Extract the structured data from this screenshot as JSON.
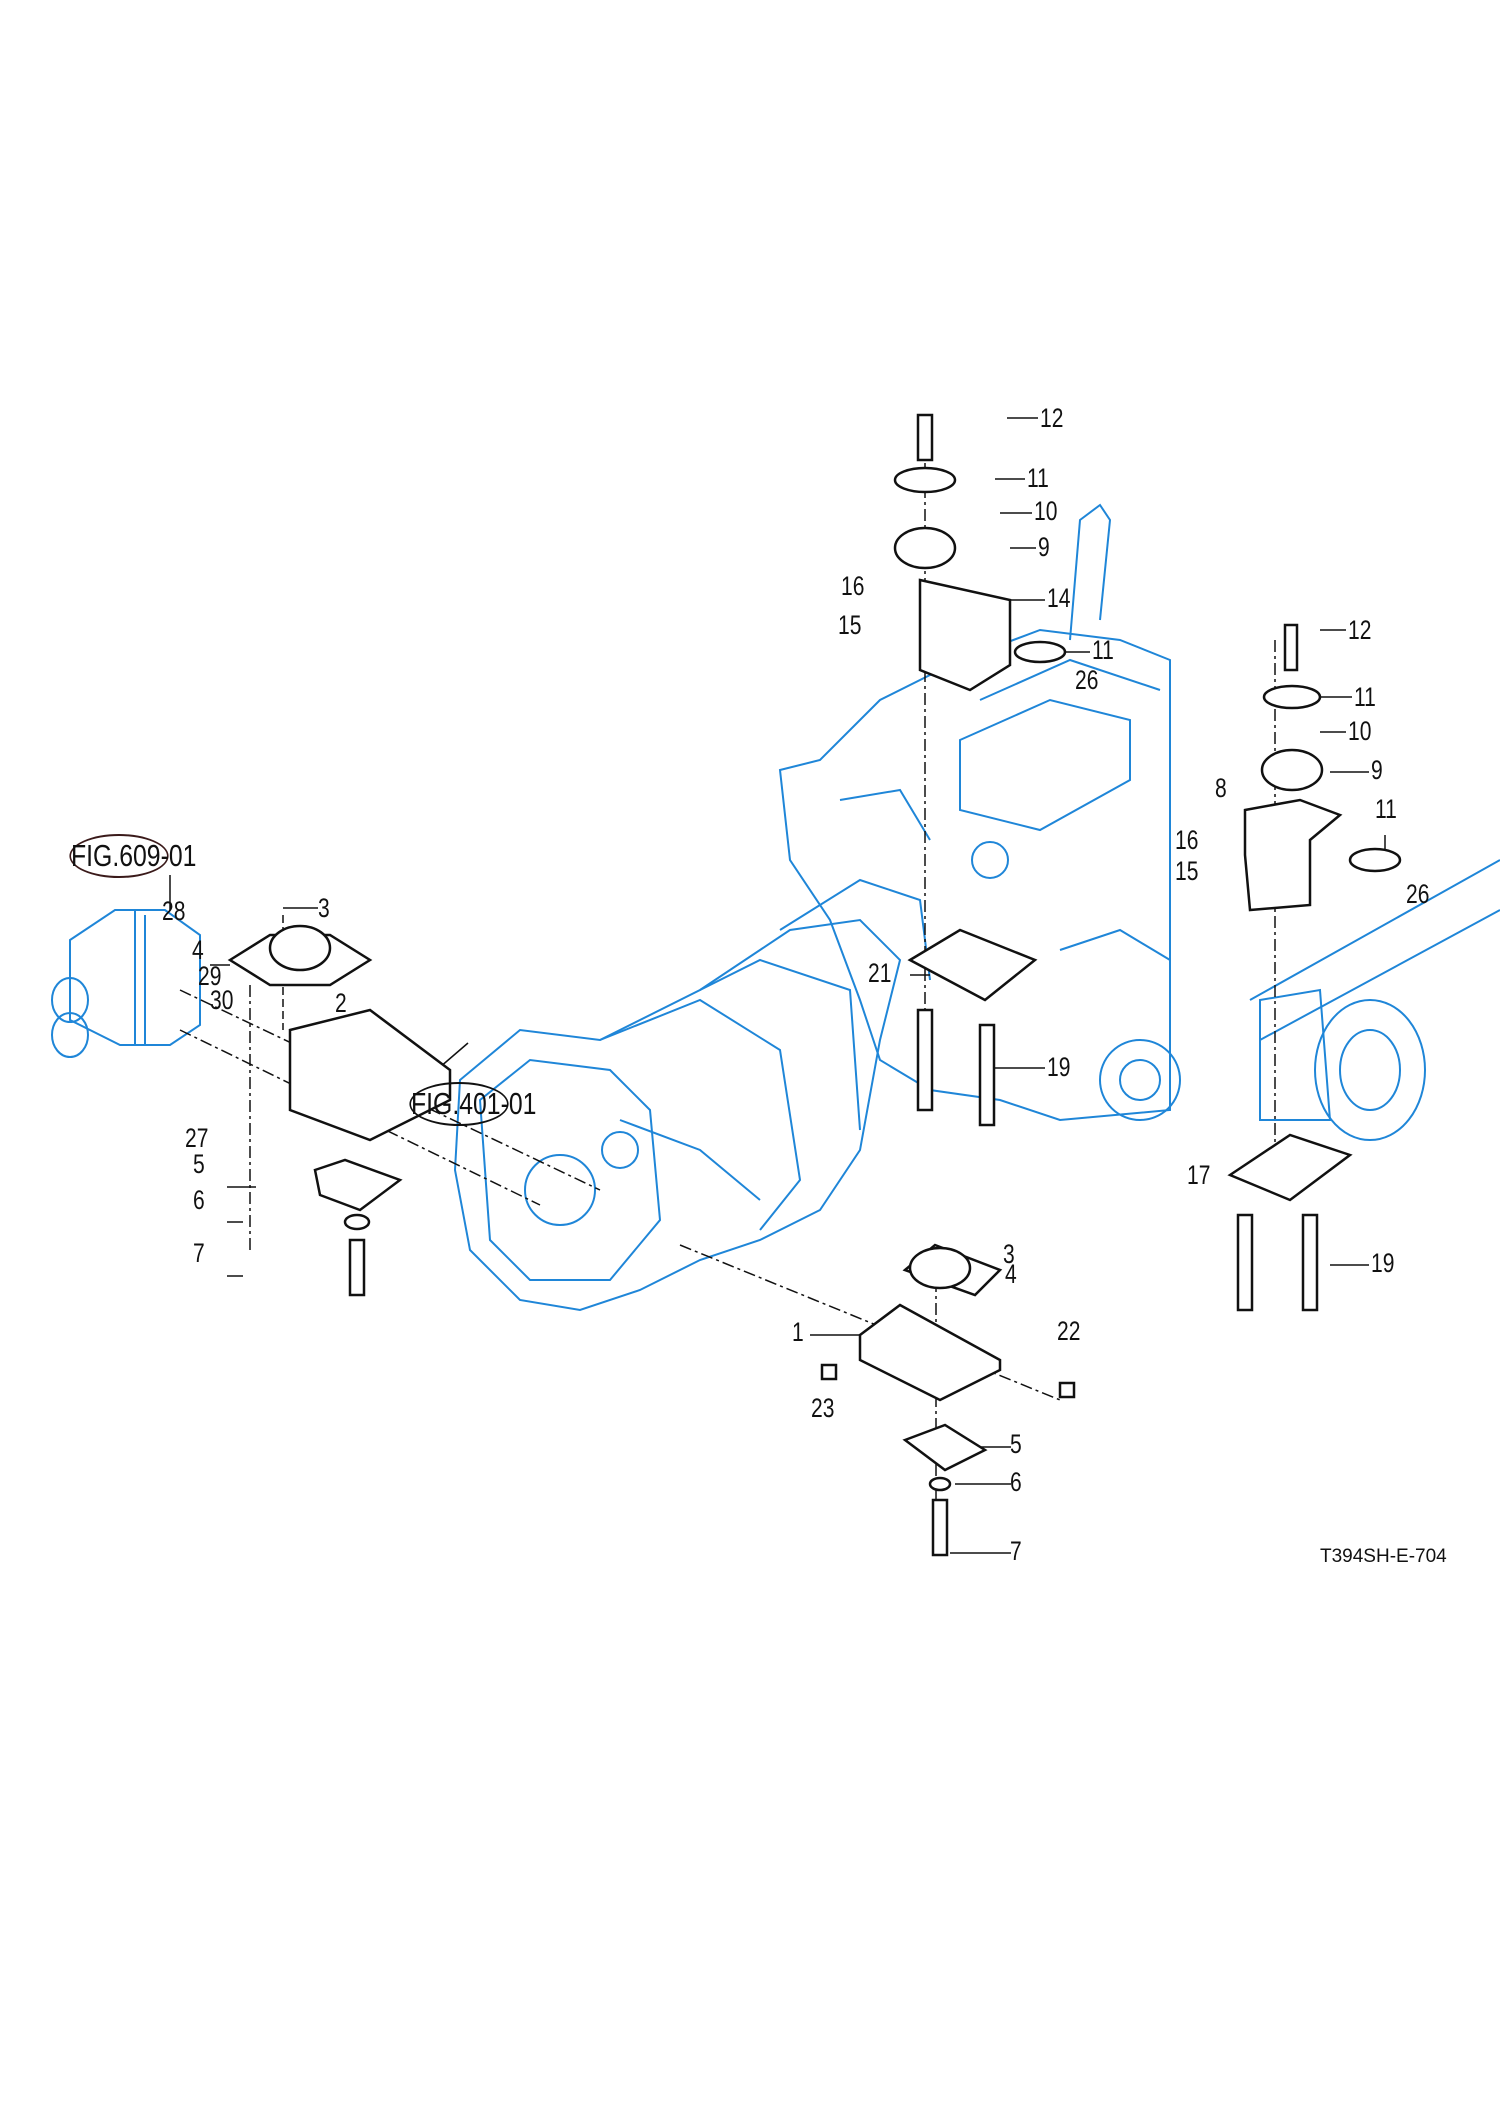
{
  "drawing_code": "T394SH-E-704",
  "figure_references": [
    "FIG.609-01",
    "FIG.401-01"
  ],
  "colors": {
    "housing_line": "#1f86d8",
    "parts_line": "#111111"
  },
  "callouts": {
    "c12a": "12",
    "c11a": "11",
    "c10a": "10",
    "c9a": "9",
    "c14": "14",
    "c16a": "16",
    "c15a": "15",
    "c11b": "11",
    "c26a": "26",
    "c12b": "12",
    "c11c": "11",
    "c10b": "10",
    "c9b": "9",
    "c8": "8",
    "c11d": "11",
    "c16b": "16",
    "c15b": "15",
    "c26b": "26",
    "c21": "21",
    "c19a": "19",
    "c17": "17",
    "c19b": "19",
    "c3a": "3",
    "c4a": "4",
    "c1": "1",
    "c22": "22",
    "c23": "23",
    "c5a": "5",
    "c6a": "6",
    "c7a": "7",
    "c3b": "3",
    "c28": "28",
    "c4b": "4",
    "c29": "29",
    "c30": "30",
    "c2": "2",
    "c27": "27",
    "c5b": "5",
    "c6b": "6",
    "c7b": "7"
  }
}
